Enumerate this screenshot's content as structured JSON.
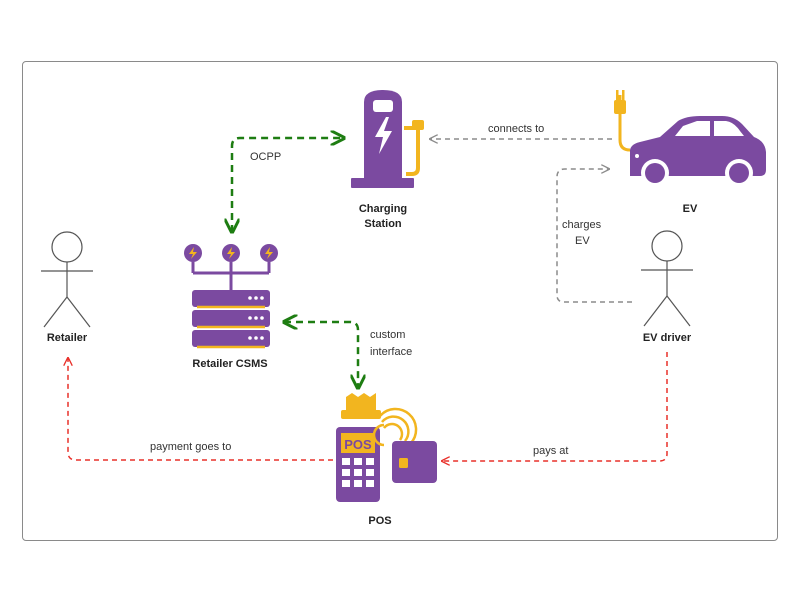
{
  "nodes": {
    "charging_station": [
      "Charging",
      "Station"
    ],
    "ev": "EV",
    "retailer": "Retailer",
    "retailer_csms": "Retailer CSMS",
    "ev_driver": "EV driver",
    "pos": "POS"
  },
  "edges": {
    "connects_to": "connects to",
    "ocpp": "OCPP",
    "charges_ev": [
      "charges",
      "EV"
    ],
    "custom_interface": [
      "custom",
      "interface"
    ],
    "payment_goes_to": "payment goes to",
    "pays_at": "pays at"
  },
  "icons": {
    "pos_screen": "POS"
  },
  "colors": {
    "purple": "#7b4aa0",
    "yellow": "#f2b51f",
    "green": "#1e7d12",
    "red": "#e8302a",
    "gray": "#8c8c8c"
  }
}
